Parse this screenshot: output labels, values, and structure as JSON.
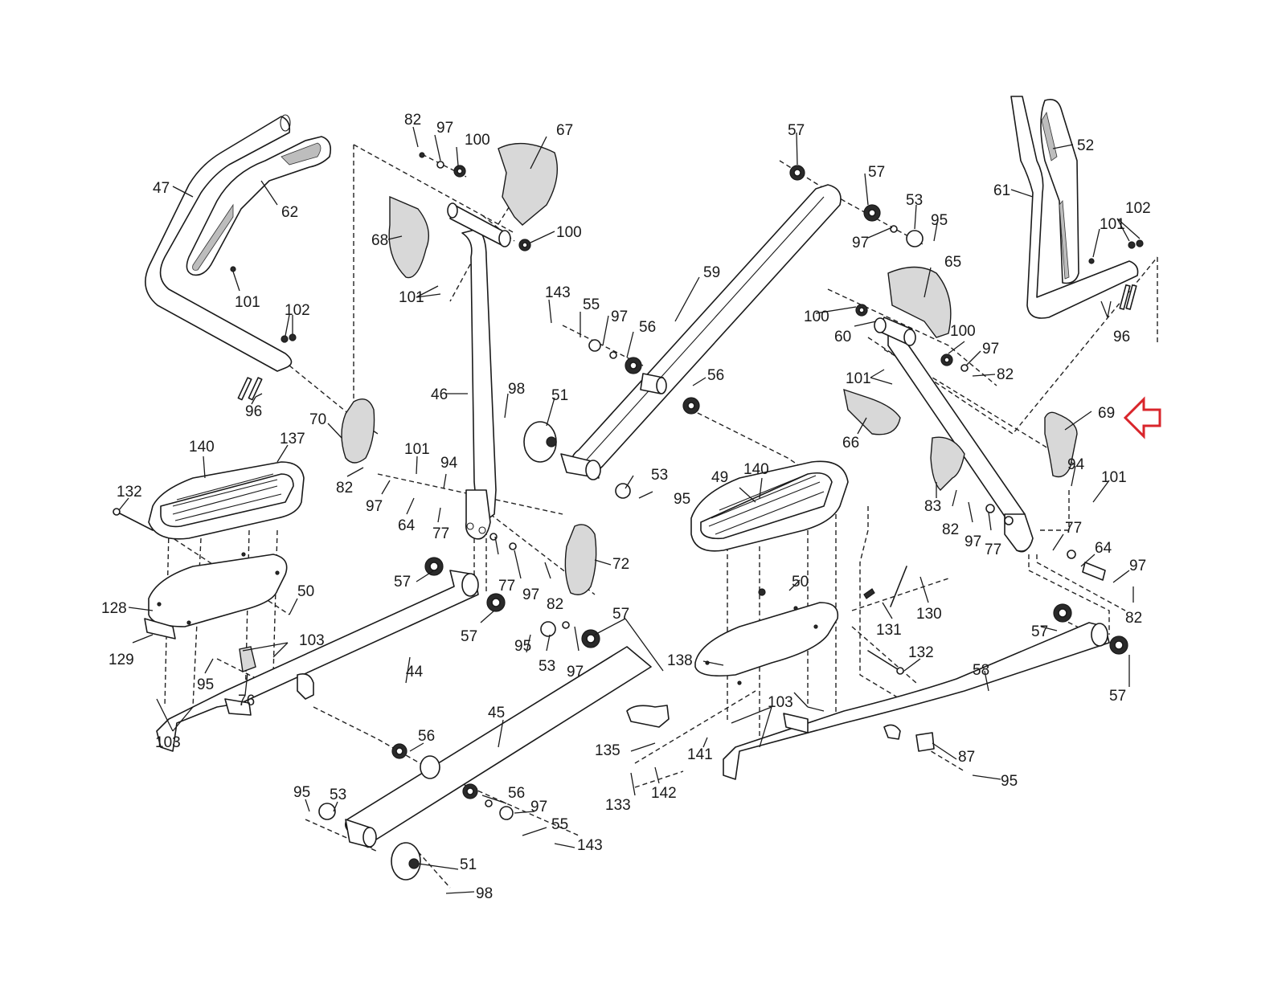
{
  "document": {
    "type": "exploded parts diagram",
    "subject": "elliptical trainer lower frame, pedals and arm assembly"
  },
  "highlight": {
    "part": "69",
    "arrow_color": "#d9252b",
    "arrow_direction": "left"
  },
  "callouts": {
    "c47": "47",
    "c62": "62",
    "c101a": "101",
    "c102a": "102",
    "c96a": "96",
    "c82a": "82",
    "c97a": "97",
    "c100a": "100",
    "c67": "67",
    "c68": "68",
    "c100b": "100",
    "c101b": "101",
    "c46": "46",
    "c143a": "143",
    "c55a": "55",
    "c97b": "97",
    "c56a": "56",
    "c59": "59",
    "c56b": "56",
    "c98a": "98",
    "c51a": "51",
    "c53a": "53",
    "c95a": "95",
    "c57a": "57",
    "c57b": "57",
    "c53b": "53",
    "c95b": "95",
    "c97c": "97",
    "c65": "65",
    "c52": "52",
    "c61": "61",
    "c101c": "101",
    "c102b": "102",
    "c96b": "96",
    "c100c": "100",
    "c60": "60",
    "c100d": "100",
    "c97d": "97",
    "c82b": "82",
    "c101d": "101",
    "c66": "66",
    "c69": "69",
    "c94a": "94",
    "c101e": "101",
    "c83": "83",
    "c82c": "82",
    "c97e": "97",
    "c77a": "77",
    "c77b": "77",
    "c64a": "64",
    "c97f": "97",
    "c82d": "82",
    "c70": "70",
    "c140a": "140",
    "c137": "137",
    "c132a": "132",
    "c82e": "82",
    "c97g": "97",
    "c64b": "64",
    "c101f": "101",
    "c94b": "94",
    "c77c": "77",
    "c128": "128",
    "c50a": "50",
    "c129": "129",
    "c103a": "103",
    "c95c": "95",
    "c76": "76",
    "c103b": "103",
    "c57c": "57",
    "c77d": "77",
    "c97h": "97",
    "c82f": "82",
    "c72": "72",
    "c57d": "57",
    "c44": "44",
    "c95d": "95",
    "c53c": "53",
    "c97i": "97",
    "c57e": "57",
    "c49": "49",
    "c140b": "140",
    "c50b": "50",
    "c130": "130",
    "c131": "131",
    "c138": "138",
    "c132b": "132",
    "c103c": "103",
    "c58": "58",
    "c57f": "57",
    "c57g": "57",
    "c45": "45",
    "c56c": "56",
    "c135": "135",
    "c141": "141",
    "c133": "133",
    "c142": "142",
    "c87": "87",
    "c95e": "95",
    "c95f": "95",
    "c53d": "53",
    "c56d": "56",
    "c97j": "97",
    "c55b": "55",
    "c143b": "143",
    "c51b": "51",
    "c98b": "98"
  }
}
